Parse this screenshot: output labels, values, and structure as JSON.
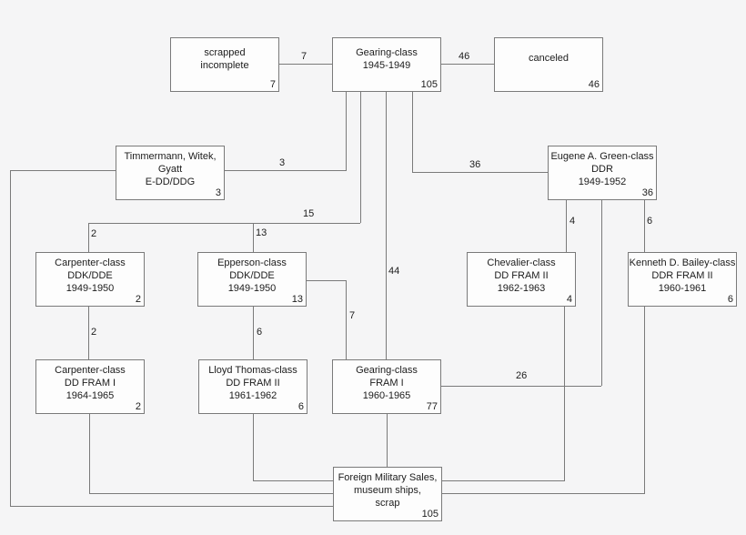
{
  "diagram": {
    "description": "Gearing-class destroyer disposition flowchart",
    "colors": {
      "background": "#f5f5f6",
      "box_fill": "#fdfdfd",
      "line": "#7a7a7a",
      "text": "#1c1c1c"
    },
    "boxes": {
      "scrapped": {
        "lines": [
          "scrapped",
          "incomplete"
        ],
        "count": "7"
      },
      "gearing": {
        "lines": [
          "Gearing-class",
          "1945-1949"
        ],
        "count": "105"
      },
      "canceled": {
        "lines": [
          "canceled"
        ],
        "count": "46"
      },
      "timmermann": {
        "lines": [
          "Timmermann, Witek,",
          "Gyatt",
          "E-DD/DDG"
        ],
        "count": "3"
      },
      "eugene_green": {
        "lines": [
          "Eugene A. Green-class",
          "DDR",
          "1949-1952"
        ],
        "count": "36"
      },
      "carpenter_ddk": {
        "lines": [
          "Carpenter-class",
          "DDK/DDE",
          "1949-1950"
        ],
        "count": "2"
      },
      "epperson": {
        "lines": [
          "Epperson-class",
          "DDK/DDE",
          "1949-1950"
        ],
        "count": "13"
      },
      "chevalier": {
        "lines": [
          "Chevalier-class",
          "DD FRAM II",
          "1962-1963"
        ],
        "count": "4"
      },
      "kenneth_bailey": {
        "lines": [
          "Kenneth D. Bailey-class",
          "DDR FRAM II",
          "1960-1961"
        ],
        "count": "6"
      },
      "carpenter_fram": {
        "lines": [
          "Carpenter-class",
          "DD FRAM I",
          "1964-1965"
        ],
        "count": "2"
      },
      "lloyd_thomas": {
        "lines": [
          "Lloyd Thomas-class",
          "DD FRAM II",
          "1961-1962"
        ],
        "count": "6"
      },
      "gearing_fram": {
        "lines": [
          "Gearing-class",
          "FRAM I",
          "1960-1965"
        ],
        "count": "77"
      },
      "fms": {
        "lines": [
          "Foreign Military Sales,",
          "museum ships,",
          "scrap"
        ],
        "count": "105"
      }
    },
    "edge_labels": {
      "gearing_to_scrapped": "7",
      "gearing_to_canceled": "46",
      "gearing_to_timmermann": "3",
      "gearing_to_eugene_green": "36",
      "gearing_to_ddk_group": "15",
      "split_to_carpenter_ddk": "2",
      "split_to_epperson": "13",
      "eugene_green_to_chevalier": "4",
      "eugene_green_to_kenneth_bailey": "6",
      "gearing_to_gearing_fram1": "44",
      "epperson_to_gearing_fram1": "7",
      "carpenter_ddk_to_carpenter_fram1": "2",
      "epperson_to_lloyd_thomas": "6",
      "eugene_green_to_gearing_fram1": "26"
    }
  }
}
